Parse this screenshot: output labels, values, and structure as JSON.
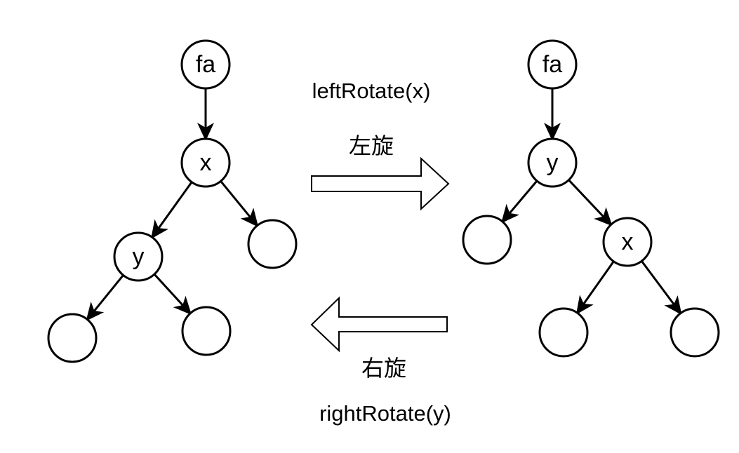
{
  "colors": {
    "stroke": "#000000",
    "fill": "#ffffff"
  },
  "labels": {
    "left_rotate": "leftRotate(x)",
    "left_rotate_cn": "左旋",
    "right_rotate_cn": "右旋",
    "right_rotate": "rightRotate(y)"
  },
  "trees": {
    "before": {
      "nodes": [
        {
          "id": "fa",
          "label": "fa"
        },
        {
          "id": "x",
          "label": "x"
        },
        {
          "id": "y",
          "label": "y"
        },
        {
          "id": "x-right-child",
          "label": ""
        },
        {
          "id": "y-left-child",
          "label": ""
        },
        {
          "id": "y-right-child",
          "label": ""
        }
      ],
      "edges": [
        [
          "fa",
          "x"
        ],
        [
          "x",
          "y"
        ],
        [
          "x",
          "x-right-child"
        ],
        [
          "y",
          "y-left-child"
        ],
        [
          "y",
          "y-right-child"
        ]
      ]
    },
    "after": {
      "nodes": [
        {
          "id": "fa",
          "label": "fa"
        },
        {
          "id": "y",
          "label": "y"
        },
        {
          "id": "y-left-child",
          "label": ""
        },
        {
          "id": "x",
          "label": "x"
        },
        {
          "id": "x-left-child",
          "label": ""
        },
        {
          "id": "x-right-child",
          "label": ""
        }
      ],
      "edges": [
        [
          "fa",
          "y"
        ],
        [
          "y",
          "y-left-child"
        ],
        [
          "y",
          "x"
        ],
        [
          "x",
          "x-left-child"
        ],
        [
          "x",
          "x-right-child"
        ]
      ]
    }
  }
}
